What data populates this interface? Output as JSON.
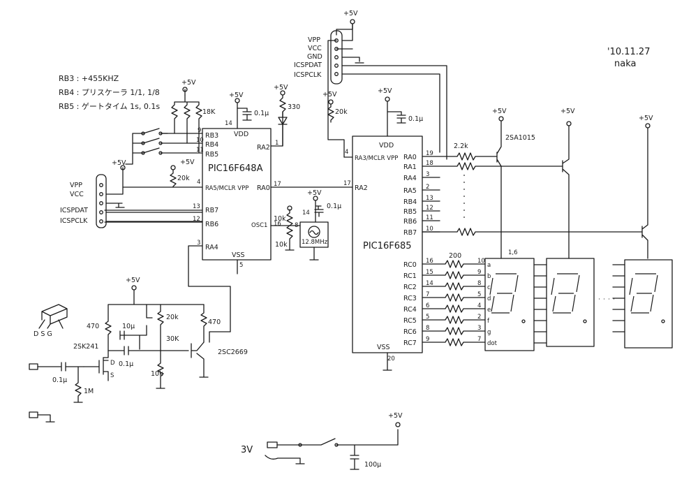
{
  "header": {
    "date": "'10.11.27",
    "author": "naka"
  },
  "notes": [
    "RB3 : +455KHZ",
    "RB4 : プリスケーラ 1/1, 1/8",
    "RB5 : ゲートタイム 1s, 0.1s"
  ],
  "power_label": "+5V",
  "mcu1": {
    "name": "PIC16F648A",
    "vdd": "VDD",
    "vss": "VSS",
    "pins_left": [
      {
        "num": "9",
        "name": "RB3"
      },
      {
        "num": "10",
        "name": "RB4"
      },
      {
        "num": "11",
        "name": "RB5"
      },
      {
        "num": "4",
        "name": "RA5/MCLR VPP"
      },
      {
        "num": "13",
        "name": "RB7"
      },
      {
        "num": "12",
        "name": "RB6"
      },
      {
        "num": "3",
        "name": "RA4"
      }
    ],
    "pins_right": [
      {
        "num": "1",
        "name": "RA2"
      },
      {
        "num": "17",
        "name": "RA0"
      },
      {
        "num": "16",
        "name": "OSC1"
      }
    ],
    "pin_vdd": "14",
    "pin_vss": "5"
  },
  "mcu2": {
    "name": "PIC16F685",
    "vdd": "VDD",
    "vss": "VSS",
    "pins_left": [
      {
        "num": "4",
        "name": "RA3/MCLR VPP"
      },
      {
        "num": "17",
        "name": "RA2"
      }
    ],
    "pins_right": [
      {
        "num": "19",
        "name": "RA0"
      },
      {
        "num": "18",
        "name": "RA1"
      },
      {
        "num": "3",
        "name": "RA4"
      },
      {
        "num": "2",
        "name": "RA5"
      },
      {
        "num": "13",
        "name": "RB4"
      },
      {
        "num": "12",
        "name": "RB5"
      },
      {
        "num": "11",
        "name": "RB6"
      },
      {
        "num": "10",
        "name": "RB7"
      },
      {
        "num": "16",
        "name": "RC0"
      },
      {
        "num": "15",
        "name": "RC1"
      },
      {
        "num": "14",
        "name": "RC2"
      },
      {
        "num": "7",
        "name": "RC3"
      },
      {
        "num": "6",
        "name": "RC4"
      },
      {
        "num": "5",
        "name": "RC5"
      },
      {
        "num": "8",
        "name": "RC6"
      },
      {
        "num": "9",
        "name": "RC7"
      }
    ],
    "pin_vss": "20"
  },
  "icsp_labels": [
    "VPP",
    "VCC",
    "GND",
    "ICSPDAT",
    "ICSPCLK"
  ],
  "components": {
    "r_18k": "18K",
    "r_20k_a": "20k",
    "r_330": "330",
    "c_01u_a": "0.1μ",
    "r_20k_b": "20k",
    "c_01u_b": "0.1μ",
    "r_22k": "2.2k",
    "transistor_pnp": "2SA1015",
    "crystal": "12.8MHz",
    "r_10k_a": "10k",
    "r_10k_b": "10k",
    "c_01u_osc": "0.1μ",
    "pin_8": "8",
    "r_200": "200",
    "seg_pins_num": [
      "10",
      "9",
      "8",
      "5",
      "4",
      "2",
      "3",
      "7"
    ],
    "seg_names": [
      "a",
      "b",
      "c",
      "d",
      "e",
      "f",
      "g",
      "dot"
    ],
    "digit_common": "1,6",
    "r_470_a": "470",
    "r_470_b": "470",
    "c_10u": "10μ",
    "r_20k_c": "20k",
    "r_30k": "30K",
    "r_10k_c": "10k",
    "fet": "2SK241",
    "fet_pins": "D S G",
    "c_01u_in": "0.1μ",
    "r_1m": "1M",
    "c_01u_c": "0.1μ",
    "transistor_npn": "2SC2669",
    "batt": "3V",
    "c_100u": "100μ",
    "pin_d": "D",
    "pin_s": "S"
  }
}
